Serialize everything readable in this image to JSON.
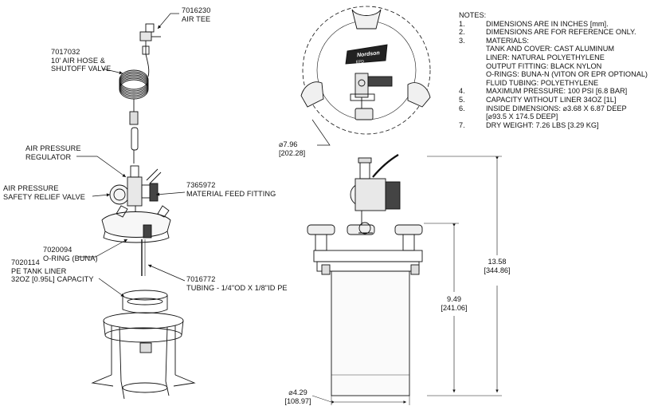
{
  "callouts": {
    "air_tee": {
      "part": "7016230",
      "desc": "AIR TEE"
    },
    "air_hose": {
      "part": "7017032",
      "line1": "10' AIR HOSE &",
      "line2": "SHUTOFF VALVE"
    },
    "regulator": {
      "line1": "AIR PRESSURE",
      "line2": "REGULATOR"
    },
    "relief_valve": {
      "line1": "AIR PRESSURE",
      "line2": "SAFETY RELIEF VALVE"
    },
    "feed_fitting": {
      "part": "7365972",
      "desc": "MATERIAL FEED FITTING"
    },
    "o_ring": {
      "part": "7020094",
      "desc": "O-RING (BUNA)"
    },
    "liner": {
      "part": "7020114",
      "line1": "PE TANK LINER",
      "line2": "32OZ [0.95L] CAPACITY"
    },
    "tubing": {
      "part": "7016772",
      "desc": "TUBING - 1/4\"OD X 1/8\"ID PE"
    }
  },
  "notes": {
    "title": "NOTES:",
    "items": [
      {
        "num": "1.",
        "text": "DIMENSIONS ARE IN INCHES [mm]."
      },
      {
        "num": "2.",
        "text": "DIMENSIONS ARE FOR REFERENCE ONLY."
      },
      {
        "num": "3.",
        "text": "MATERIALS:"
      },
      {
        "num": "",
        "text": "TANK AND COVER: CAST ALUMINUM"
      },
      {
        "num": "",
        "text": "LINER: NATURAL POLYETHYLENE"
      },
      {
        "num": "",
        "text": "OUTPUT FITTING: BLACK NYLON"
      },
      {
        "num": "",
        "text": "O-RINGS: BUNA-N (VITON OR EPR OPTIONAL)"
      },
      {
        "num": "",
        "text": "FLUID TUBING: POLYETHYLENE"
      },
      {
        "num": "4.",
        "text": "MAXIMUM PRESSURE: 100 PSI [6.8 BAR]"
      },
      {
        "num": "5.",
        "text": "CAPACITY WITHOUT LINER 34OZ [1L]"
      },
      {
        "num": "6.",
        "text": "INSIDE DIMENSIONS: ⌀3.68 X 6.87 DEEP"
      },
      {
        "num": "",
        "text": "[⌀93.5 X  174.5 DEEP]"
      },
      {
        "num": "7.",
        "text": "DRY WEIGHT: 7.26 LBS [3.29 KG]"
      }
    ]
  },
  "dimensions": {
    "top_dia": {
      "in": "⌀7.96",
      "mm": "[202.28]"
    },
    "overall_height": {
      "in": "13.58",
      "mm": "[344.86]"
    },
    "tank_height": {
      "in": "9.49",
      "mm": "[241.06]"
    },
    "base_dia": {
      "in": "⌀4.29",
      "mm": "[108.97]"
    }
  },
  "brand": {
    "logo_text": "Nordson",
    "sub_text": "EFD"
  }
}
